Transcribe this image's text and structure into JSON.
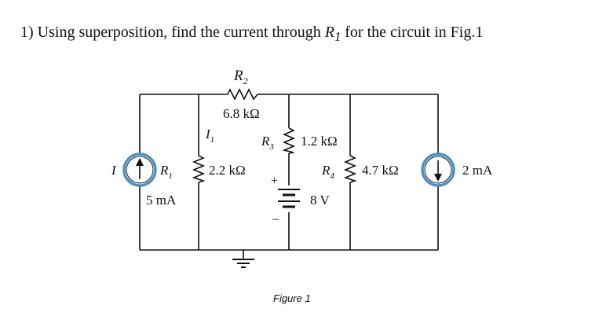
{
  "question": {
    "prefix": "1) Using superposition, find the current through ",
    "var_main": "R",
    "var_sub": "1",
    "suffix": " for the circuit in Fig.1"
  },
  "labels": {
    "r2_main": "R",
    "r2_sub": "2",
    "r2_value": "6.8 kΩ",
    "r1_main": "R",
    "r1_sub": "1",
    "r1_value": "2.2 kΩ",
    "r3_main": "R",
    "r3_sub": "3",
    "r3_value": "1.2 kΩ",
    "r4_main": "R",
    "r4_sub": "4",
    "r4_value": "4.7 kΩ",
    "i1_main": "I",
    "i1_sub": "1",
    "left_source_label": "I",
    "left_source_value": "5 mA",
    "right_source_value": "2 mA",
    "battery_value": "8 V",
    "battery_plus": "+",
    "battery_minus": "–"
  },
  "caption": "Figure 1",
  "colors": {
    "wire": "#111111",
    "source_ring": "#4a90c8"
  }
}
